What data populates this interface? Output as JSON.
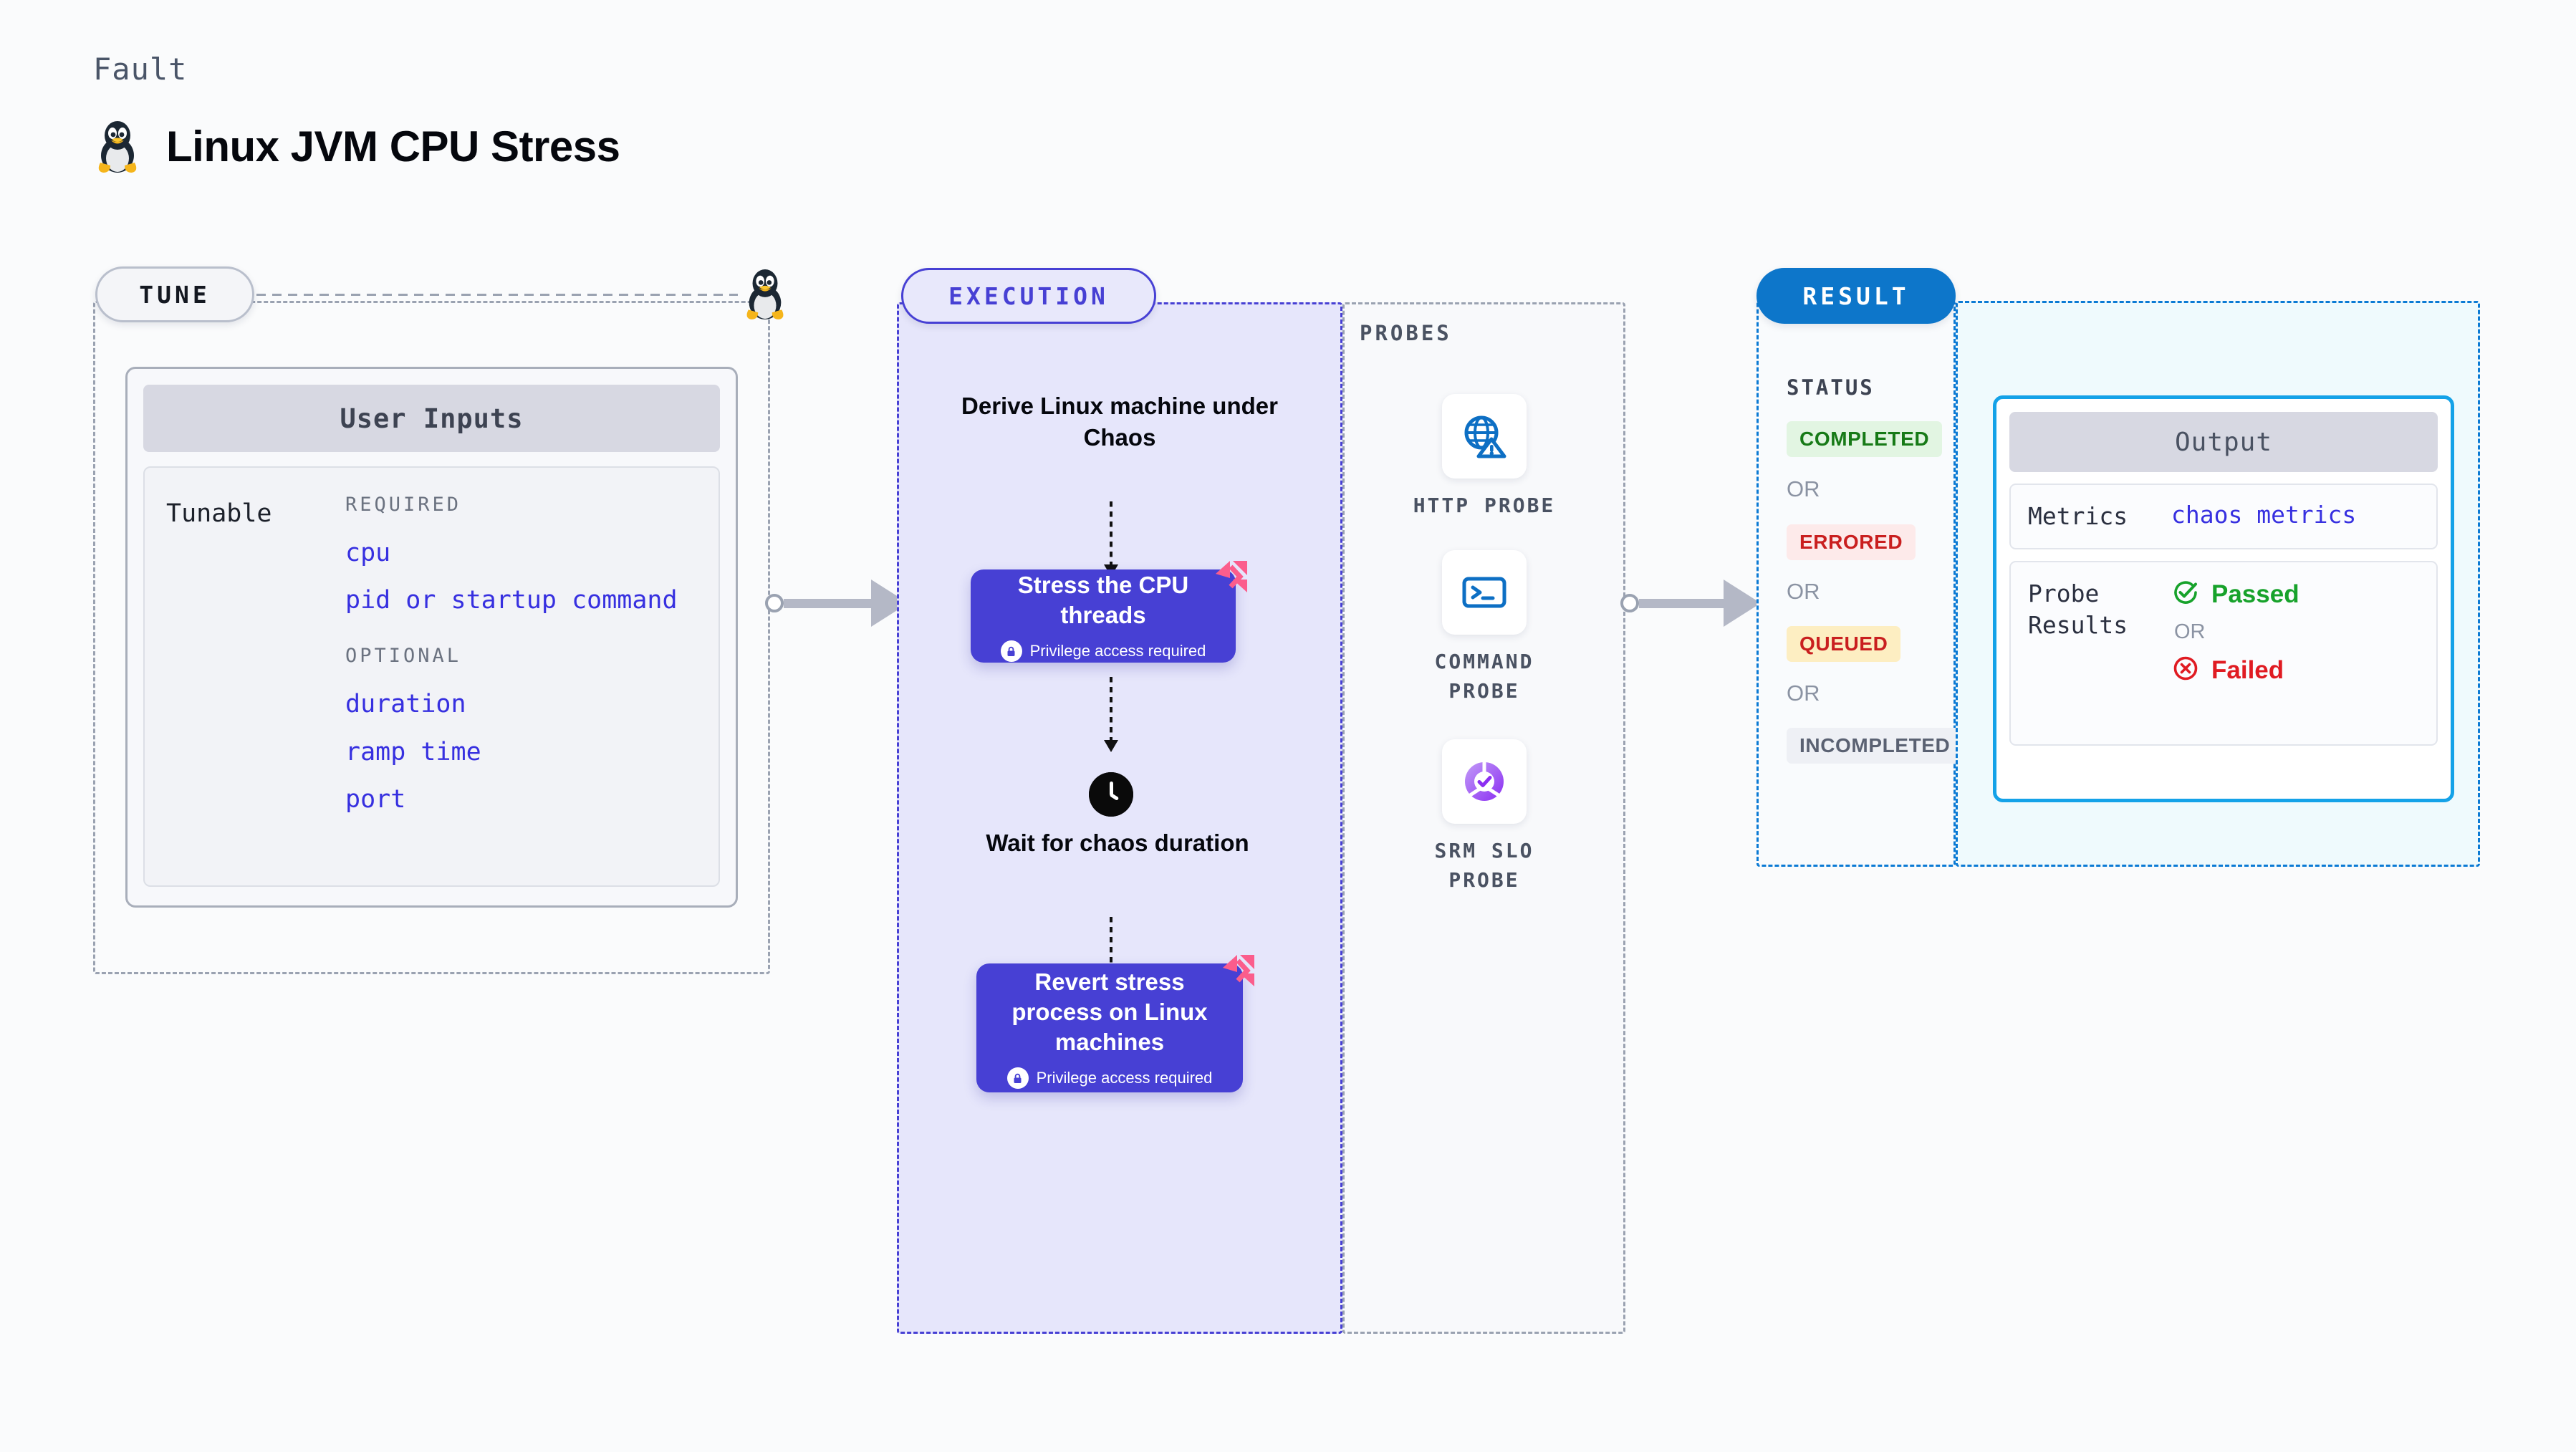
{
  "header": {
    "kicker": "Fault",
    "title": "Linux JVM CPU Stress",
    "icon": "tux-penguin-icon"
  },
  "tune": {
    "pill_label": "TUNE",
    "card_title": "User Inputs",
    "tunable_label": "Tunable",
    "groups": [
      {
        "label": "REQUIRED",
        "params": [
          "cpu",
          "pid or startup command"
        ]
      },
      {
        "label": "OPTIONAL",
        "params": [
          "duration",
          "ramp time",
          "port"
        ]
      }
    ]
  },
  "execution": {
    "pill_label": "EXECUTION",
    "step_1_text": "Derive Linux machine under Chaos",
    "node_1": {
      "title": "Stress the CPU threads",
      "subtitle": "Privilege access required",
      "badge_icon": "harness-ribbon-icon",
      "lock_icon": "lock-icon"
    },
    "wait_icon": "clock-icon",
    "wait_text": "Wait for chaos duration",
    "node_2": {
      "title": "Revert stress process on Linux machines",
      "subtitle": "Privilege access required",
      "badge_icon": "harness-ribbon-icon",
      "lock_icon": "lock-icon"
    }
  },
  "probes": {
    "title": "PROBES",
    "items": [
      {
        "name": "HTTP PROBE",
        "icon": "globe-warning-icon"
      },
      {
        "name": "COMMAND PROBE",
        "icon": "terminal-icon"
      },
      {
        "name": "SRM SLO PROBE",
        "icon": "slo-donut-check-icon"
      }
    ]
  },
  "result": {
    "pill_label": "RESULT",
    "status_title": "STATUS",
    "or_label": "OR",
    "statuses": [
      {
        "label": "COMPLETED",
        "bg": "#e2f5e2",
        "fg": "#177a17"
      },
      {
        "label": "ERRORED",
        "bg": "#fdeaea",
        "fg": "#c91f1f"
      },
      {
        "label": "QUEUED",
        "bg": "#fdeec2",
        "fg": "#c91f1f"
      },
      {
        "label": "INCOMPLETED",
        "bg": "#eef0f5",
        "fg": "#5a6172"
      }
    ]
  },
  "output": {
    "title": "Output",
    "metrics_key": "Metrics",
    "metrics_value": "chaos metrics",
    "probe_results_key": "Probe Results",
    "passed_label": "Passed",
    "failed_label": "Failed",
    "or_label": "OR",
    "passed_icon": "check-circle-icon",
    "failed_icon": "x-circle-icon"
  },
  "colors": {
    "indigo": "#4740d4",
    "blue": "#0d76ca",
    "cyan": "#14a2e8",
    "pink": "#fb5d8c",
    "gray_border": "#9aa2b1"
  }
}
